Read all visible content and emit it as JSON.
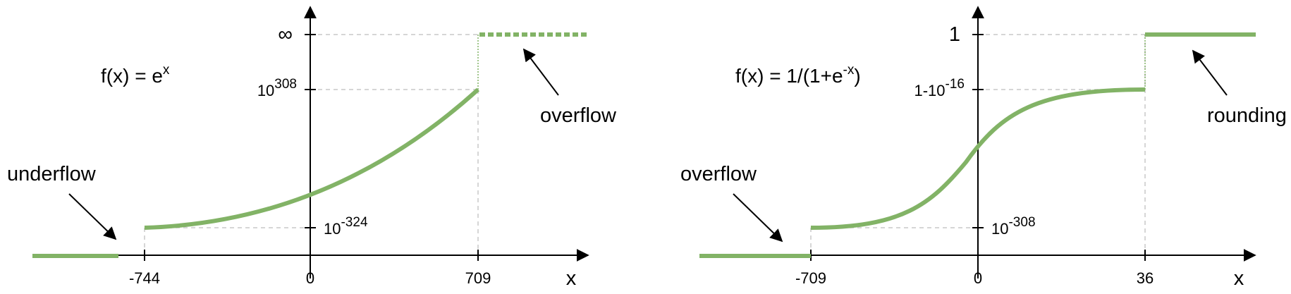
{
  "colors": {
    "curve": "#82b366",
    "axis": "#000000",
    "guide": "#c8c8c8",
    "text": "#000000"
  },
  "panels": [
    {
      "formula": {
        "base": "f(x) = e",
        "exp": "x",
        "tail": ""
      },
      "x_axis_label": "x",
      "x_ticks": [
        "-744",
        "0",
        "709"
      ],
      "y_ticks": [
        {
          "base": "∞",
          "exp": ""
        },
        {
          "base": "10",
          "exp": "308"
        },
        {
          "base": "10",
          "exp": "-324"
        }
      ],
      "annotations": [
        "underflow",
        "overflow"
      ]
    },
    {
      "formula": {
        "base": "f(x) = 1/(1+e",
        "exp": "-x",
        "tail": ")"
      },
      "x_axis_label": "x",
      "x_ticks": [
        "-709",
        "0",
        "36"
      ],
      "y_ticks": [
        {
          "base": "1",
          "exp": ""
        },
        {
          "base": "1-10",
          "exp": "-16"
        },
        {
          "base": "10",
          "exp": "-308"
        }
      ],
      "annotations": [
        "overflow",
        "rounding"
      ]
    }
  ]
}
